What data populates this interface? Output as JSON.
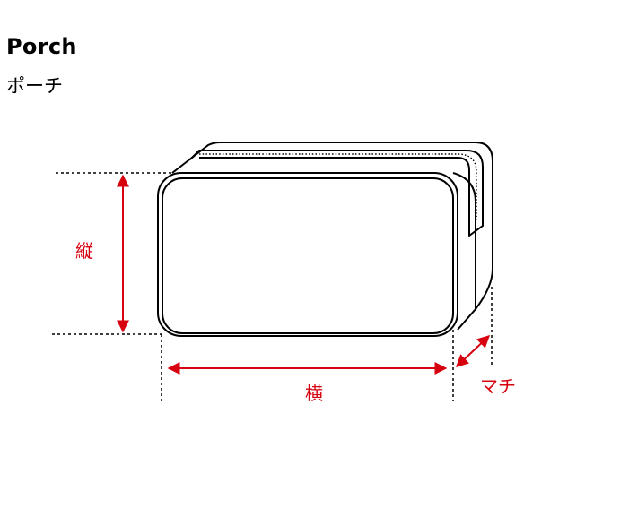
{
  "title": "Porch",
  "subtitle": "ポーチ",
  "dimensions": {
    "height_label": "縦",
    "width_label": "横",
    "depth_label": "マチ"
  },
  "colors": {
    "line": "#000000",
    "dimension": "#d7000f"
  }
}
